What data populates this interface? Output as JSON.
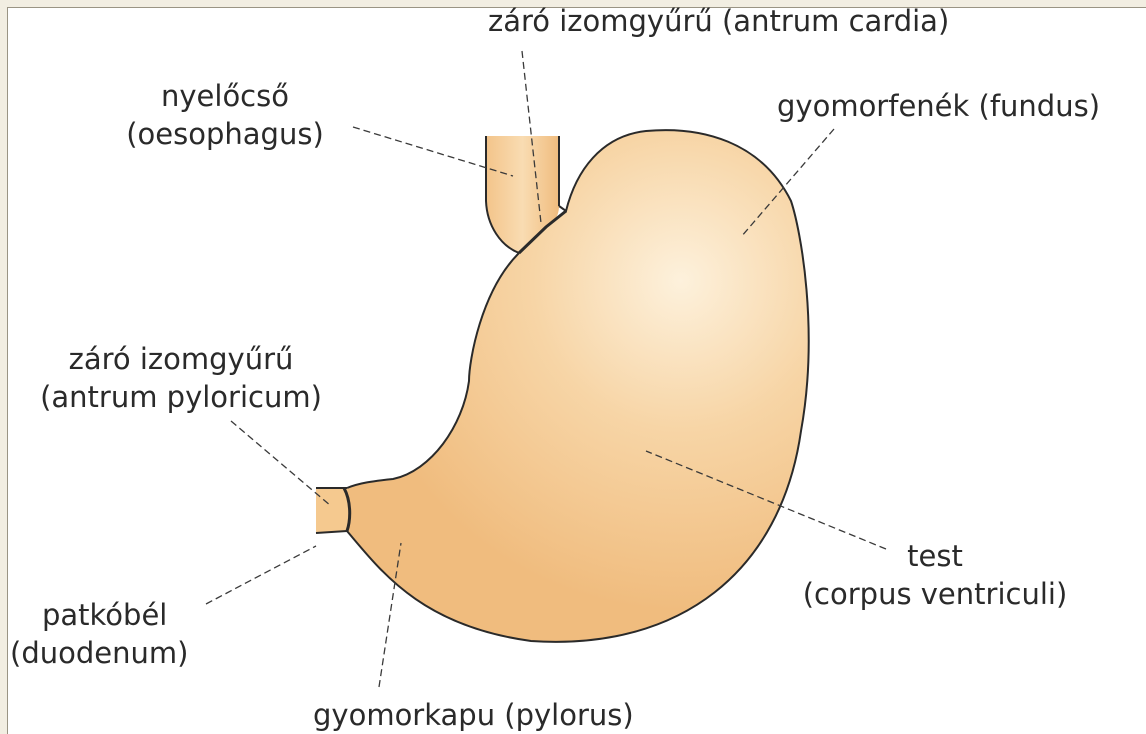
{
  "labels": {
    "cardia": "záró izomgyűrű (antrum cardia)",
    "esophagus": {
      "line1": "nyelőcső",
      "line2": "(oesophagus)"
    },
    "fundus": "gyomorfenék (fundus)",
    "pyloric_antrum": {
      "line1": "záró izomgyűrű",
      "line2": "(antrum pyloricum)"
    },
    "body": {
      "line1": "test",
      "line2": "(corpus ventriculi)"
    },
    "duodenum": {
      "line1": "patkóbél",
      "line2": "(duodenum)"
    },
    "pylorus": "gyomorkapu (pylorus)"
  },
  "colors": {
    "organ_fill": "#f3c48a",
    "organ_highlight": "#fdf1dc",
    "organ_outline": "#2a2a2a",
    "leader_line": "#3a3a3a",
    "text": "#2a2a2a",
    "background": "#ffffff",
    "outer_frame": "#f2eee2"
  }
}
